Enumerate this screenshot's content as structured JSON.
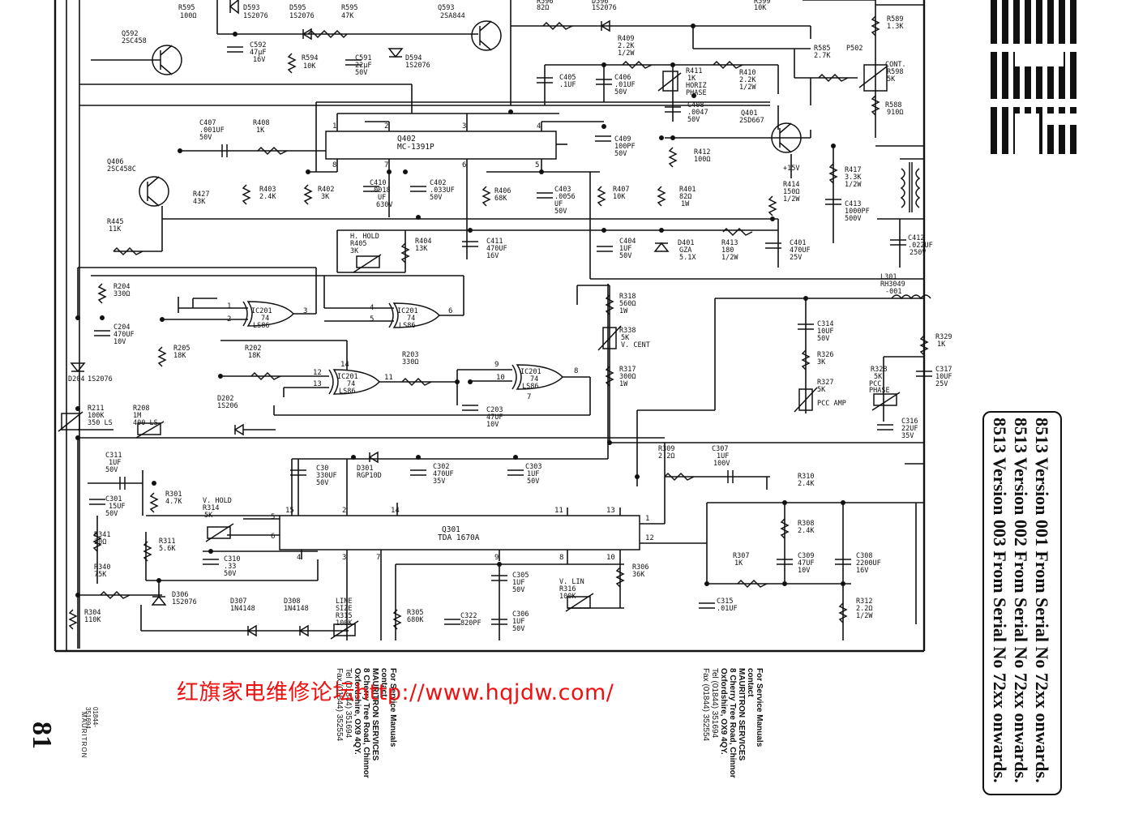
{
  "watermark": "红旗家电维修论坛http://www.hqjdw.com/",
  "page": {
    "number": "81",
    "brand": "MAURITRON",
    "phone": "01844-351694"
  },
  "version_notes": [
    "8513 Version 001 From Serial No 72xx onwards.",
    "8513 Version 002 From Serial No 72xx onwards.",
    "8513 Version 003 From Serial No 72xx onwards."
  ],
  "contact": {
    "l1": "For Service Manuals",
    "l2": "contact",
    "l3": "MAURITRON SERVICES",
    "l4": "8 Cherry Tree Road, Chinnor",
    "l5": "Oxfordshire, OX9 4QY.",
    "l6": "Tel (01844) 351694",
    "l7": "Fax (01844) 352554"
  },
  "logo": {
    "name": "IBM"
  },
  "schematic": {
    "ics": {
      "q402": {
        "ref": "Q402",
        "part": "MC-1391P"
      },
      "q301": {
        "ref": "Q301",
        "part": "TDA 1670A"
      },
      "ic201": {
        "ref": "IC201",
        "type": "74",
        "fam": "LS86"
      }
    },
    "labels": [
      {
        "t": "R595"
      },
      {
        "t": "100Ω"
      },
      {
        "t": "D593"
      },
      {
        "t": "1S2076"
      },
      {
        "t": "D595"
      },
      {
        "t": "1S2076"
      },
      {
        "t": "R595"
      },
      {
        "t": "47K"
      },
      {
        "t": "Q593"
      },
      {
        "t": "2SA844"
      },
      {
        "t": "R596"
      },
      {
        "t": "82Ω"
      },
      {
        "t": "D596"
      },
      {
        "t": "1S2076"
      },
      {
        "t": "R599"
      },
      {
        "t": "10K"
      },
      {
        "t": "Q592"
      },
      {
        "t": "2SC458"
      },
      {
        "t": "C592"
      },
      {
        "t": "47μF"
      },
      {
        "t": "16V"
      },
      {
        "t": "R594"
      },
      {
        "t": "10K"
      },
      {
        "t": "C591"
      },
      {
        "t": "22μF"
      },
      {
        "t": "50V"
      },
      {
        "t": "D594"
      },
      {
        "t": "1S2076"
      },
      {
        "t": "R409"
      },
      {
        "t": "2.2K"
      },
      {
        "t": "1/2W"
      },
      {
        "t": "R589"
      },
      {
        "t": "1.3K"
      },
      {
        "t": "R585"
      },
      {
        "t": "2.7K"
      },
      {
        "t": "P502"
      },
      {
        "t": "CONT."
      },
      {
        "t": "R598"
      },
      {
        "t": "5K"
      },
      {
        "t": "R588"
      },
      {
        "t": "910Ω"
      },
      {
        "t": "C405"
      },
      {
        "t": ".1UF"
      },
      {
        "t": "C406"
      },
      {
        "t": ".01UF"
      },
      {
        "t": "50V"
      },
      {
        "t": "R411"
      },
      {
        "t": "1K"
      },
      {
        "t": "HORIZ"
      },
      {
        "t": "PHASE"
      },
      {
        "t": "R410"
      },
      {
        "t": "2.2K"
      },
      {
        "t": "1/2W"
      },
      {
        "t": "C408"
      },
      {
        "t": ".0047"
      },
      {
        "t": "50V"
      },
      {
        "t": "Q401"
      },
      {
        "t": "2SD667"
      },
      {
        "t": "C407"
      },
      {
        "t": ".001UF"
      },
      {
        "t": "50V"
      },
      {
        "t": "R408"
      },
      {
        "t": "1K"
      },
      {
        "t": "C409"
      },
      {
        "t": "100PF"
      },
      {
        "t": "50V"
      },
      {
        "t": "R412"
      },
      {
        "t": "100Ω"
      },
      {
        "t": "Q406"
      },
      {
        "t": "2SC458C"
      },
      {
        "t": "R427"
      },
      {
        "t": "43K"
      },
      {
        "t": "R403"
      },
      {
        "t": "2.4K"
      },
      {
        "t": "R402"
      },
      {
        "t": "3K"
      },
      {
        "t": "C410"
      },
      {
        "t": ".0018"
      },
      {
        "t": "UF"
      },
      {
        "t": "630V"
      },
      {
        "t": "C402"
      },
      {
        "t": ".033UF"
      },
      {
        "t": "50V"
      },
      {
        "t": "R406"
      },
      {
        "t": "68K"
      },
      {
        "t": "C403"
      },
      {
        "t": ".0056"
      },
      {
        "t": "UF"
      },
      {
        "t": "50V"
      },
      {
        "t": "R407"
      },
      {
        "t": "10K"
      },
      {
        "t": "R401"
      },
      {
        "t": "82Ω"
      },
      {
        "t": "1W"
      },
      {
        "t": "+15V"
      },
      {
        "t": "R414"
      },
      {
        "t": "150Ω"
      },
      {
        "t": "1/2W"
      },
      {
        "t": "R417"
      },
      {
        "t": "3.3K"
      },
      {
        "t": "1/2W"
      },
      {
        "t": "C413"
      },
      {
        "t": "1000PF"
      },
      {
        "t": "500V"
      },
      {
        "t": "R445"
      },
      {
        "t": "11K"
      },
      {
        "t": "H. HOLD"
      },
      {
        "t": "R405"
      },
      {
        "t": "3K"
      },
      {
        "t": "R404"
      },
      {
        "t": "13K"
      },
      {
        "t": "C411"
      },
      {
        "t": "470UF"
      },
      {
        "t": "16V"
      },
      {
        "t": "C404"
      },
      {
        "t": "1UF"
      },
      {
        "t": "50V"
      },
      {
        "t": "D401"
      },
      {
        "t": "GZA"
      },
      {
        "t": "5.1X"
      },
      {
        "t": "R413"
      },
      {
        "t": "180"
      },
      {
        "t": "1/2W"
      },
      {
        "t": "C401"
      },
      {
        "t": "470UF"
      },
      {
        "t": "25V"
      },
      {
        "t": "C412"
      },
      {
        "t": ".022UF"
      },
      {
        "t": "250V"
      },
      {
        "t": "L301"
      },
      {
        "t": "RH3049"
      },
      {
        "t": "-001"
      },
      {
        "t": "R204"
      },
      {
        "t": "330Ω"
      },
      {
        "t": "C204"
      },
      {
        "t": "470UF"
      },
      {
        "t": "10V"
      },
      {
        "t": "R205"
      },
      {
        "t": "18K"
      },
      {
        "t": "R202"
      },
      {
        "t": "18K"
      },
      {
        "t": "R203"
      },
      {
        "t": "330Ω"
      },
      {
        "t": "D204"
      },
      {
        "t": "1S2076"
      },
      {
        "t": "R318"
      },
      {
        "t": "560Ω"
      },
      {
        "t": "1W"
      },
      {
        "t": "R338"
      },
      {
        "t": "5K"
      },
      {
        "t": "V. CENT"
      },
      {
        "t": "R317"
      },
      {
        "t": "300Ω"
      },
      {
        "t": "1W"
      },
      {
        "t": "C314"
      },
      {
        "t": "10UF"
      },
      {
        "t": "50V"
      },
      {
        "t": "R326"
      },
      {
        "t": "3K"
      },
      {
        "t": "R327"
      },
      {
        "t": "5K"
      },
      {
        "t": "PCC AMP"
      },
      {
        "t": "R328"
      },
      {
        "t": "5K"
      },
      {
        "t": "PCC"
      },
      {
        "t": "PHASE"
      },
      {
        "t": "R329"
      },
      {
        "t": "1K"
      },
      {
        "t": "C317"
      },
      {
        "t": "10UF"
      },
      {
        "t": "25V"
      },
      {
        "t": "C316"
      },
      {
        "t": "22UF"
      },
      {
        "t": "35V"
      },
      {
        "t": "R211"
      },
      {
        "t": "100K"
      },
      {
        "t": "350 LS"
      },
      {
        "t": "R208"
      },
      {
        "t": "1M"
      },
      {
        "t": "400 LS"
      },
      {
        "t": "D202"
      },
      {
        "t": "1S206"
      },
      {
        "t": "C203"
      },
      {
        "t": "47UF"
      },
      {
        "t": "10V"
      },
      {
        "t": "R309"
      },
      {
        "t": "2.2Ω"
      },
      {
        "t": "C307"
      },
      {
        "t": "1UF"
      },
      {
        "t": "100V"
      },
      {
        "t": "R310"
      },
      {
        "t": "2.4K"
      },
      {
        "t": "C311"
      },
      {
        "t": "1UF"
      },
      {
        "t": "50V"
      },
      {
        "t": "C30"
      },
      {
        "t": "330UF"
      },
      {
        "t": "50V"
      },
      {
        "t": "D301"
      },
      {
        "t": "RGP10D"
      },
      {
        "t": "C302"
      },
      {
        "t": "470UF"
      },
      {
        "t": "35V"
      },
      {
        "t": "C303"
      },
      {
        "t": "1UF"
      },
      {
        "t": "50V"
      },
      {
        "t": "C301"
      },
      {
        "t": "15UF"
      },
      {
        "t": "50V"
      },
      {
        "t": "R301"
      },
      {
        "t": "4.7K"
      },
      {
        "t": "V. HOLD"
      },
      {
        "t": "R314"
      },
      {
        "t": "5K"
      },
      {
        "t": "R308"
      },
      {
        "t": "2.4K"
      },
      {
        "t": "R341"
      },
      {
        "t": "20Ω"
      },
      {
        "t": "R311"
      },
      {
        "t": "5.6K"
      },
      {
        "t": "C310"
      },
      {
        "t": ".33"
      },
      {
        "t": "50V"
      },
      {
        "t": "R307"
      },
      {
        "t": "1K"
      },
      {
        "t": "C309"
      },
      {
        "t": "47UF"
      },
      {
        "t": "10V"
      },
      {
        "t": "C308"
      },
      {
        "t": "2200UF"
      },
      {
        "t": "16V"
      },
      {
        "t": "R340"
      },
      {
        "t": "75K"
      },
      {
        "t": "C305"
      },
      {
        "t": "1UF"
      },
      {
        "t": "50V"
      },
      {
        "t": "V. LIN"
      },
      {
        "t": "R316"
      },
      {
        "t": "100K"
      },
      {
        "t": "R306"
      },
      {
        "t": "36K"
      },
      {
        "t": "D306"
      },
      {
        "t": "1S2076"
      },
      {
        "t": "D307"
      },
      {
        "t": "1N4148"
      },
      {
        "t": "D308"
      },
      {
        "t": "1N4148"
      },
      {
        "t": "C315"
      },
      {
        "t": ".01UF"
      },
      {
        "t": "R312"
      },
      {
        "t": "2.2Ω"
      },
      {
        "t": "1/2W"
      },
      {
        "t": "R304"
      },
      {
        "t": "110K"
      },
      {
        "t": "LINE"
      },
      {
        "t": "SIZE"
      },
      {
        "t": "R315"
      },
      {
        "t": "100K"
      },
      {
        "t": "R305"
      },
      {
        "t": "680K"
      },
      {
        "t": "C322"
      },
      {
        "t": "820PF"
      },
      {
        "t": "C306"
      },
      {
        "t": "1UF"
      },
      {
        "t": "50V"
      }
    ]
  }
}
